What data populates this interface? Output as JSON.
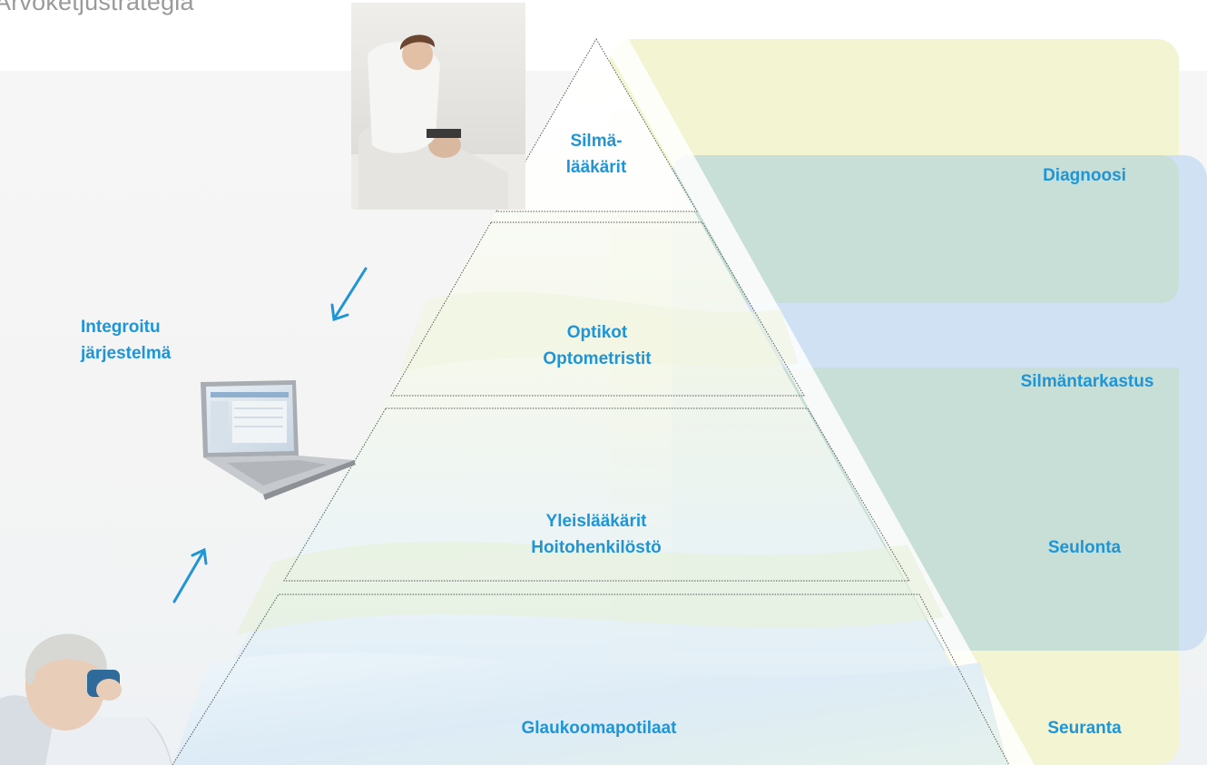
{
  "title": "Arvoketjustrategia",
  "pyramid_levels": [
    {
      "line1": "Silmä-",
      "line2": "lääkärit"
    },
    {
      "line1": "Optikot",
      "line2": "Optometristit"
    },
    {
      "line1": "Yleislääkärit",
      "line2": "Hoitohenkilöstö"
    },
    {
      "line1": "Glaukoomapotilaat"
    }
  ],
  "stages": {
    "diagnoosi": "Diagnoosi",
    "silmantarkastus": "Silmäntarkastus",
    "seulonta": "Seulonta",
    "seuranta": "Seuranta"
  },
  "system": {
    "line1": "Integroitu",
    "line2": "järjestelmä"
  },
  "colors": {
    "label": "#1f95d6",
    "arrow": "#1f95d6",
    "stage_yellow": "#f2f4d2",
    "stage_blue": "#cfe1f2",
    "stage_teal": "#c7dfd6",
    "pyramid_line": "#555555"
  },
  "icons": [
    "doctor-photo",
    "laptop-icon",
    "patient-photo",
    "arrow-down-left-icon",
    "arrow-up-right-icon"
  ]
}
